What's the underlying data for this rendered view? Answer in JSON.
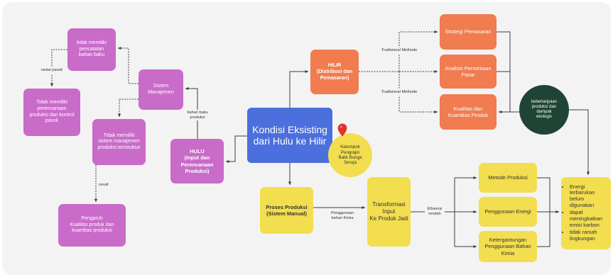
{
  "colors": {
    "panel": "#f3f3f3",
    "line": "#3d3d3d",
    "hulu_purple": "#c96bc9",
    "hilir_orange": "#f07c50",
    "center_blue": "#4b6fdc",
    "process_yellow": "#f2de4e",
    "ecology_green": "#1f4435",
    "pin_red": "#e3312b"
  },
  "center": {
    "title": "Kondisi Eksisting\ndari Hulu ke Hilir"
  },
  "community": {
    "icon": "map-pin-icon",
    "label": "Kelompok\nPengrajin\nBalik Bunga\nSeroja"
  },
  "hulu": {
    "main": "HULU\n(Input dan\nPerencanaan\nProduksi)",
    "management": "Sistem\nManajemen",
    "no_records": "tidak memiliki\npencatatan\nbahan baku",
    "no_planning": "Tidak memiliki\nperencanaan\nproduksi dan kontrol\npasok",
    "no_system": "Tidak memiliki\nsistem manajemen\nproduksi terstruktur",
    "impact": "Pengaruh\nKualitas produk dan\nkuantitas produksi",
    "labels": {
      "supply_chain": "rantai pasok",
      "raw_material": "bahan baku\nproduksi",
      "result": "result"
    }
  },
  "hilir": {
    "main": "HILIR\n(Distribusi dan\nPemasaran)",
    "items": [
      "Strategi Pemasaran",
      "Analisis Permintaan\nPasar",
      "Kualitas dan\nKuantitas Produk"
    ],
    "method_labels": [
      "Tradisional Methode",
      "Tradisional Methode"
    ],
    "sustainability": "keberlanjutan\nproduksi dan\ndampak\nekologis"
  },
  "production": {
    "main": "Proses Produksi\n(Sistem Manual)",
    "chem_label": "Penggunaan\nbahan Kimia",
    "transform": "Transformasi\nInput\nKe Produk Jadi",
    "efficiency_label": "Efisiensi\nrendah",
    "factors": [
      "Metode Produksi",
      "Penggunaan Energi",
      "Ketergantungan\nPenggunaan Bahan\nKimia"
    ],
    "consequences": [
      "Energi terbarukan belum digunakan",
      "dapat meningkatkan emisi karbon",
      "tidak ramah lingkungan"
    ]
  }
}
